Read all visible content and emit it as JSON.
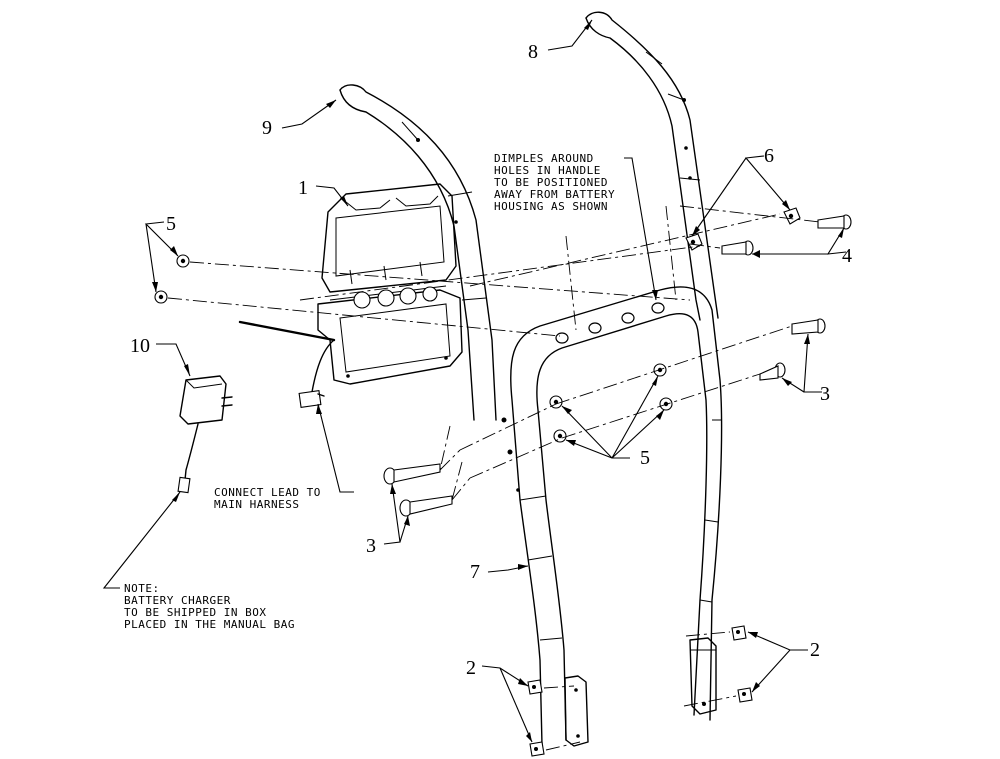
{
  "callouts": {
    "c1": "1",
    "c2a": "2",
    "c2b": "2",
    "c3a": "3",
    "c3b": "3",
    "c4": "4",
    "c5a": "5",
    "c5b": "5",
    "c6": "6",
    "c7": "7",
    "c8": "8",
    "c9": "9",
    "c10": "10"
  },
  "notes": {
    "dimples": [
      "DIMPLES AROUND",
      "HOLES IN HANDLE",
      "TO BE POSITIONED",
      "AWAY FROM BATTERY",
      "HOUSING AS SHOWN"
    ],
    "connect": [
      "CONNECT LEAD TO",
      "MAIN HARNESS"
    ],
    "charger": [
      "NOTE:",
      "BATTERY CHARGER",
      "TO BE SHIPPED IN BOX",
      "PLACED IN THE MANUAL BAG"
    ]
  }
}
